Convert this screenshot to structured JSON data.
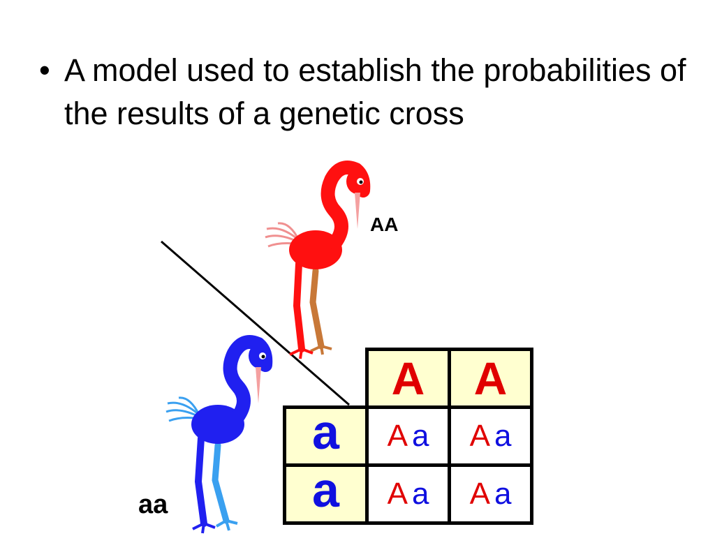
{
  "slide": {
    "bullet_symbol": "•",
    "bullet_text": "A model used to establish the probabilities of the results of a genetic cross"
  },
  "parents": {
    "top": {
      "genotype": "AA",
      "color": "#ff1010"
    },
    "left": {
      "genotype": "aa",
      "color": "#2020f0"
    }
  },
  "punnett": {
    "top_alleles": [
      "A",
      "A"
    ],
    "side_alleles": [
      "a",
      "a"
    ],
    "cells": [
      [
        {
          "dom": "A",
          "rec": "a"
        },
        {
          "dom": "A",
          "rec": "a"
        }
      ],
      [
        {
          "dom": "A",
          "rec": "a"
        },
        {
          "dom": "A",
          "rec": "a"
        }
      ]
    ],
    "header_color": "#ffffd0",
    "dominant_color": "#e00000",
    "recessive_color": "#1010e0"
  }
}
